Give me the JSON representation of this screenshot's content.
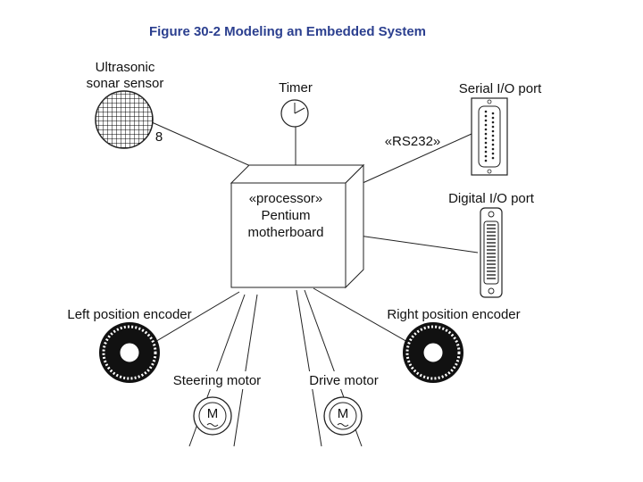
{
  "title": "Figure 30-2 Modeling an Embedded System",
  "processor": {
    "stereotype": "«processor»",
    "line1": "Pentium",
    "line2": "motherboard"
  },
  "sonar": {
    "label_line1": "Ultrasonic",
    "label_line2": "sonar sensor",
    "multiplicity": "8"
  },
  "timer": {
    "label": "Timer"
  },
  "serial_port": {
    "label": "Serial I/O port",
    "connection_label": "«RS232»"
  },
  "digital_port": {
    "label": "Digital I/O port"
  },
  "left_encoder": {
    "label": "Left position encoder"
  },
  "right_encoder": {
    "label": "Right position encoder"
  },
  "steering_motor": {
    "label": "Steering motor",
    "symbol": "M"
  },
  "drive_motor": {
    "label": "Drive motor",
    "symbol": "M"
  }
}
